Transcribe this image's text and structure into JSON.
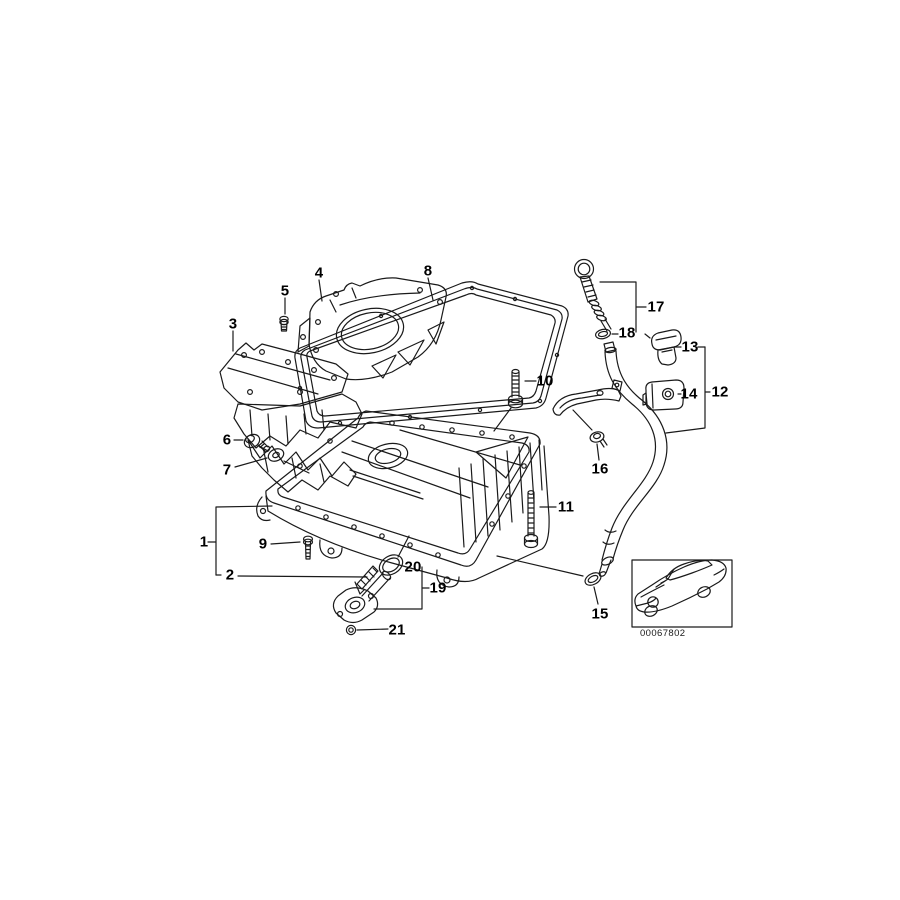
{
  "colors": {
    "background": "#ffffff",
    "line_art": "#1a1a1a",
    "callout_text": "#000000"
  },
  "callouts": {
    "c1": "1",
    "c2": "2",
    "c3": "3",
    "c4": "4",
    "c5": "5",
    "c6": "6",
    "c7": "7",
    "c8": "8",
    "c9": "9",
    "c10": "10",
    "c11": "11",
    "c12": "12",
    "c13": "13",
    "c14": "14",
    "c15": "15",
    "c16": "16",
    "c17": "17",
    "c18": "18",
    "c19": "19",
    "c20": "20",
    "c21": "21"
  },
  "thumbnail": {
    "image_number": "00067802"
  }
}
